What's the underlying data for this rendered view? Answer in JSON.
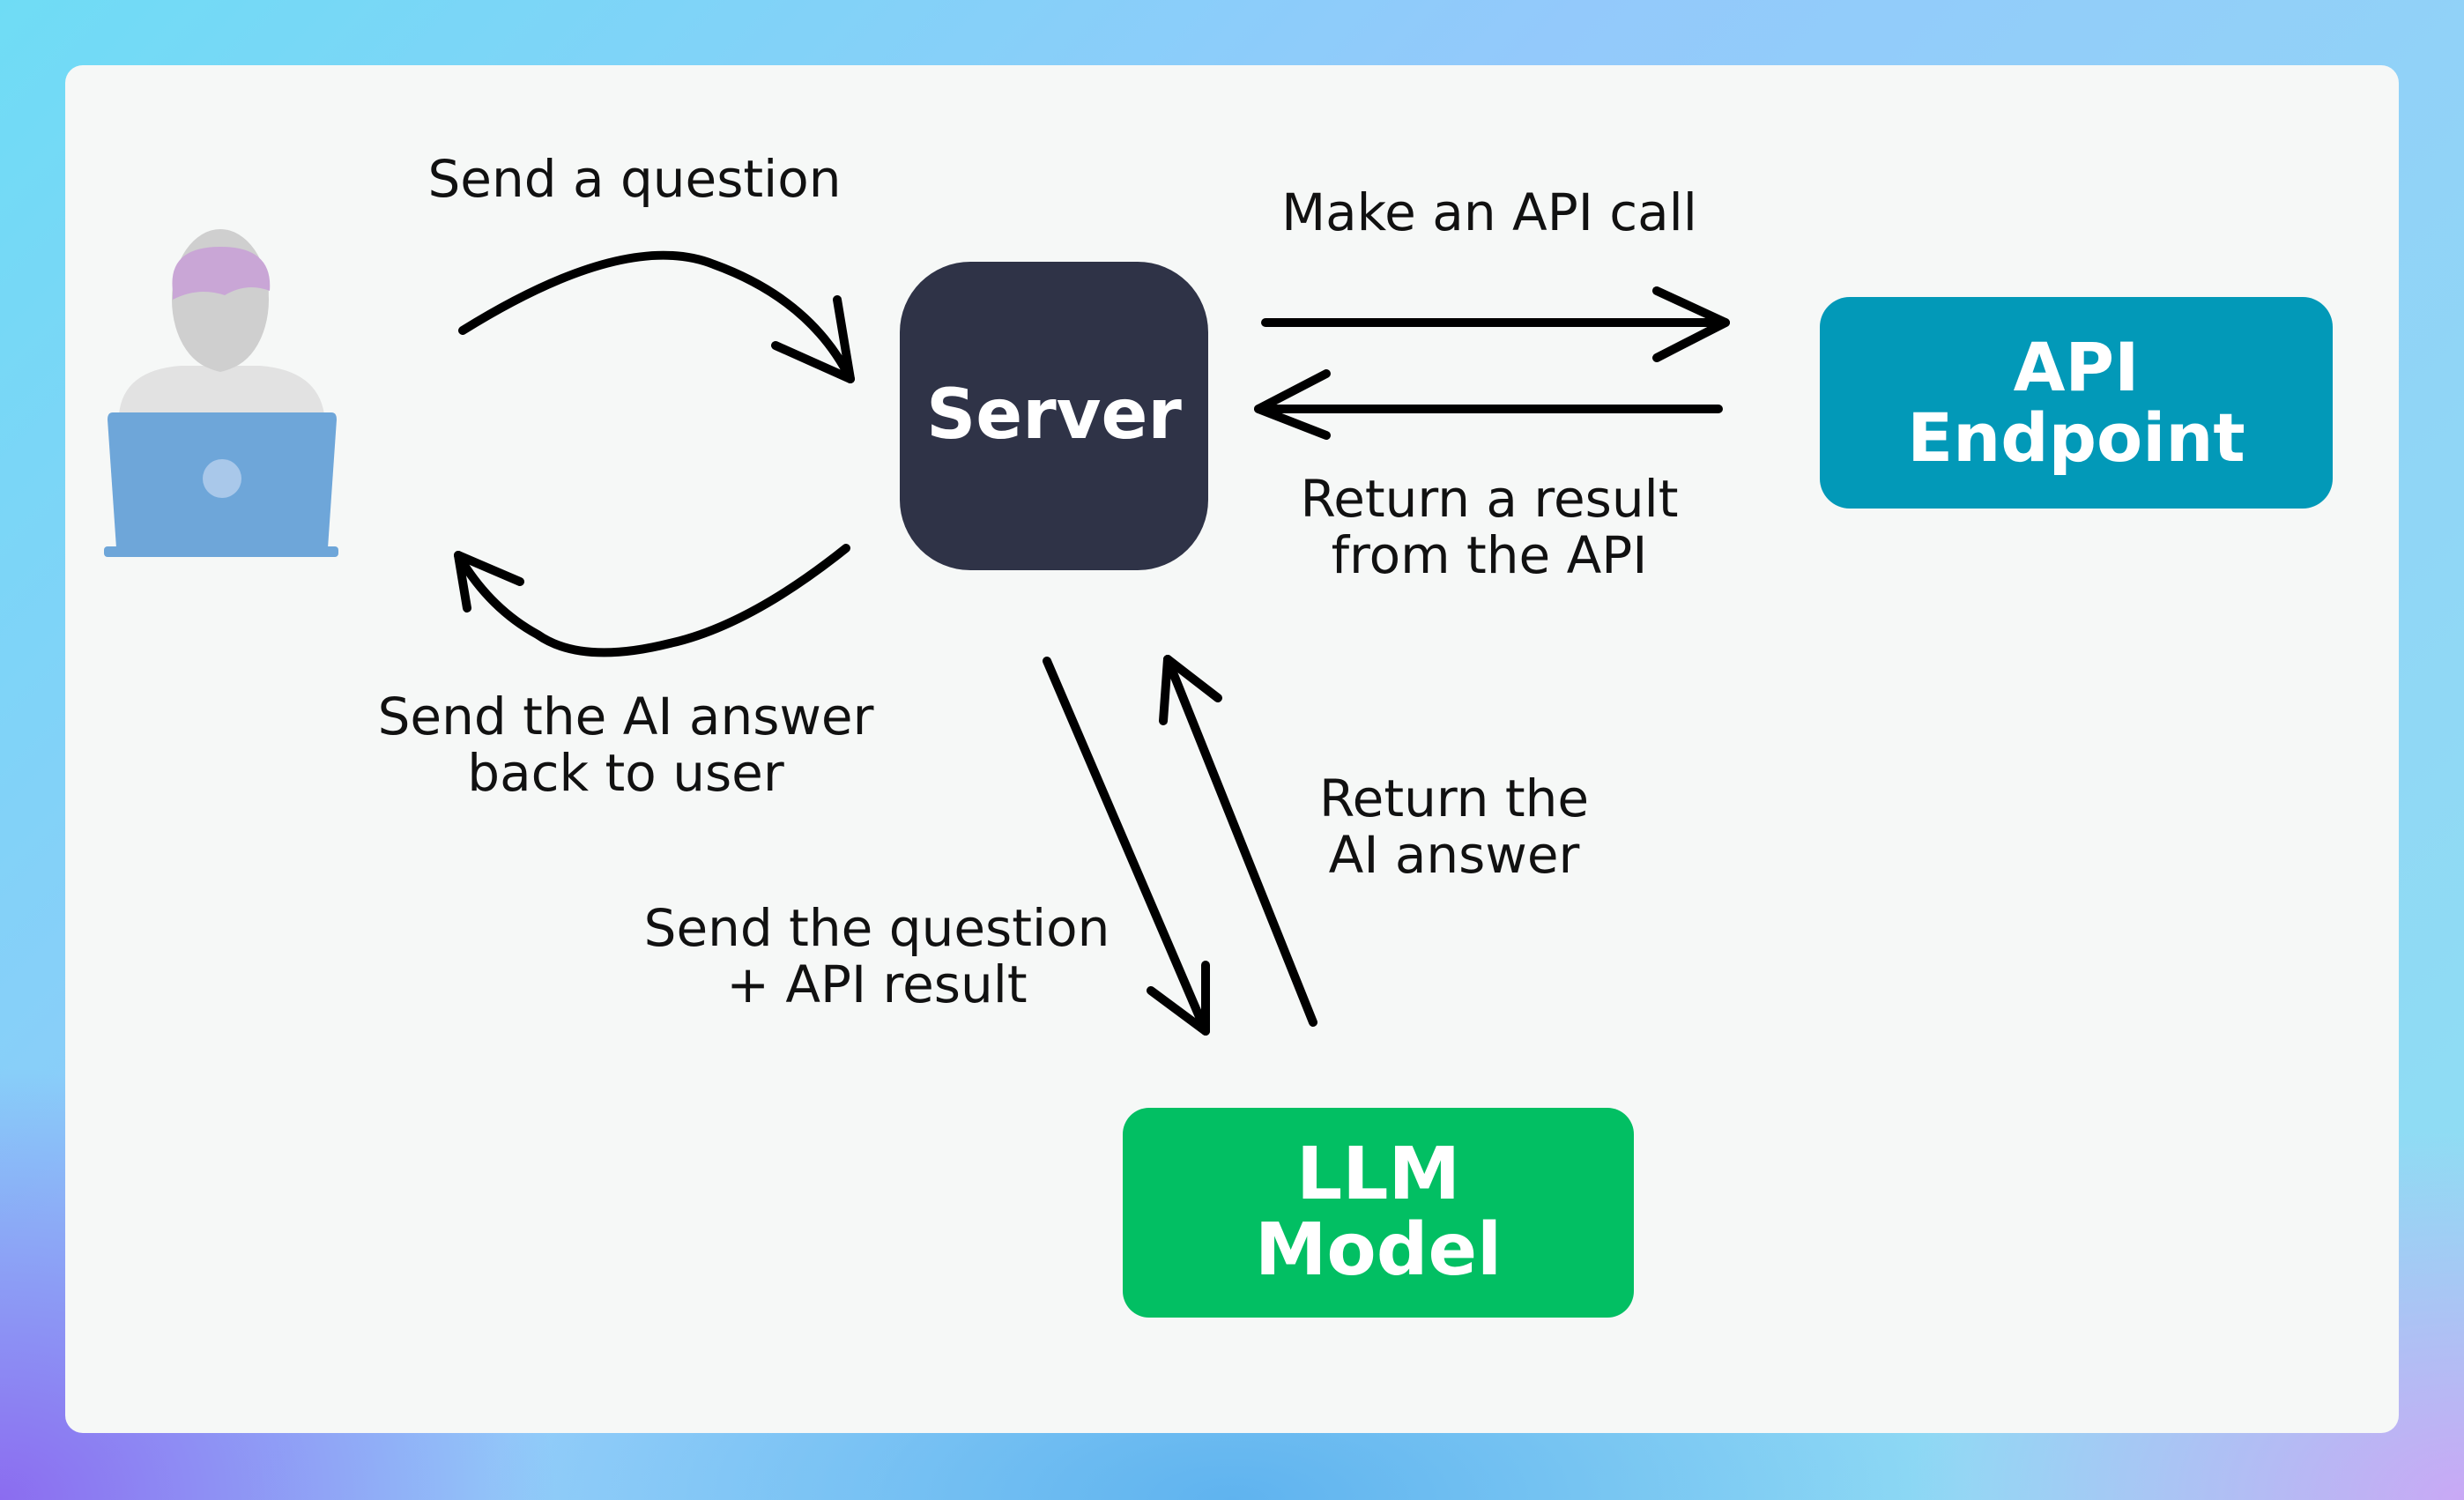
{
  "nodes": {
    "server": "Server",
    "api_endpoint": "API\nEndpoint",
    "llm_model": "LLM\nModel"
  },
  "edges": {
    "send_question": "Send a question",
    "send_answer_back": "Send the AI answer\nback to user",
    "make_api_call": "Make an API call",
    "return_api_result": "Return a result\nfrom the API",
    "send_question_api_result": "Send the question\n+ API result",
    "return_ai_answer": "Return the\nAI answer"
  },
  "colors": {
    "server": "#2f3347",
    "api_endpoint": "#0299b8",
    "llm_model": "#02bf63",
    "user_hair": "#c9a6d6",
    "laptop": "#6ea6d9"
  },
  "icons": {
    "user": "user-at-laptop-icon"
  }
}
